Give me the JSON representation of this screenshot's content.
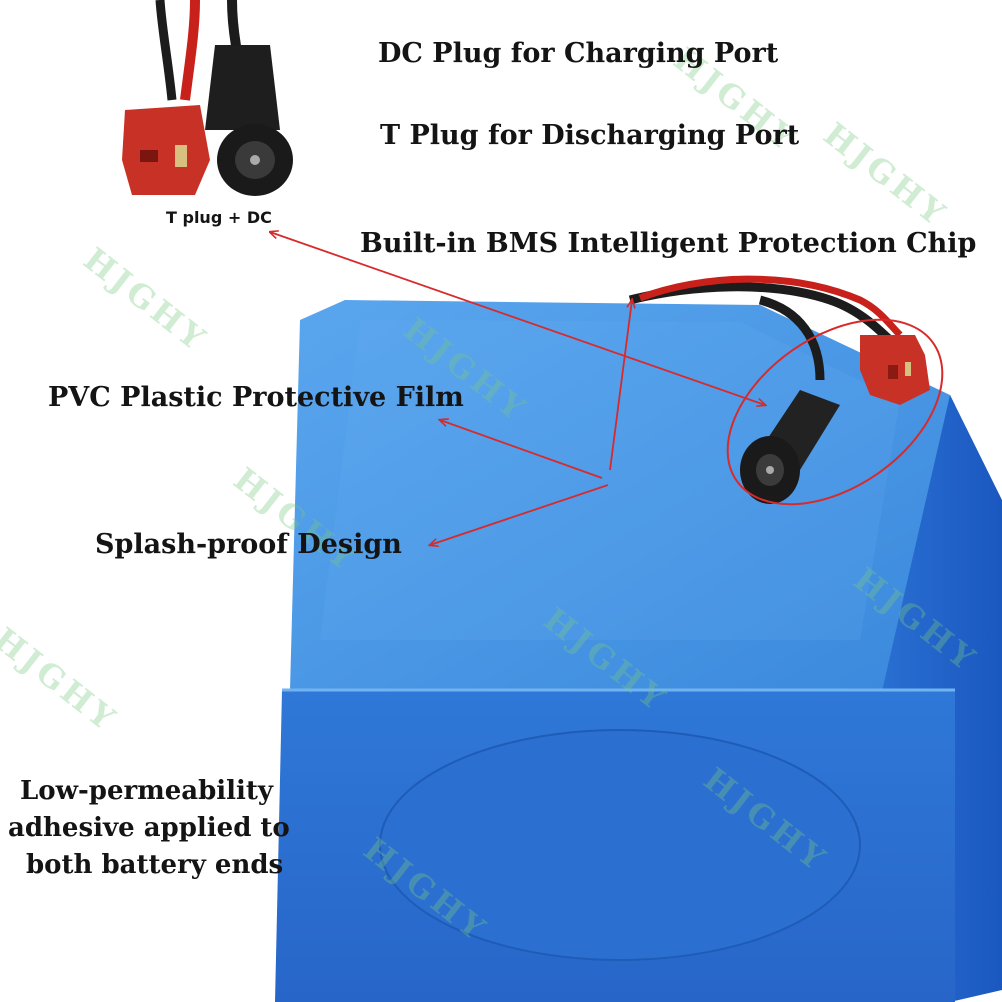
{
  "labels": {
    "dc_plug": "DC Plug for Charging Port",
    "t_plug": "T Plug for Discharging Port",
    "t_plug_dc": "T plug + DC",
    "bms": "Built-in BMS Intelligent Protection Chip",
    "pvc": "PVC Plastic Protective Film",
    "splash": "Splash-proof Design",
    "adhesive_1": "Low-permeability",
    "adhesive_2": "adhesive applied to",
    "adhesive_3": "both battery ends"
  },
  "watermark": "HJGHY",
  "colors": {
    "battery_top": "#4a98e6",
    "battery_front": "#2a6fd2",
    "battery_side": "#1f5fc6",
    "annotation_red": "#d82a2a",
    "connector_red": "#c83226",
    "cable_black": "#1c1c1c",
    "cable_red": "#c8211b"
  },
  "icons": [
    "t-plug-connector-icon",
    "dc-barrel-jack-icon",
    "battery-pack-icon"
  ]
}
